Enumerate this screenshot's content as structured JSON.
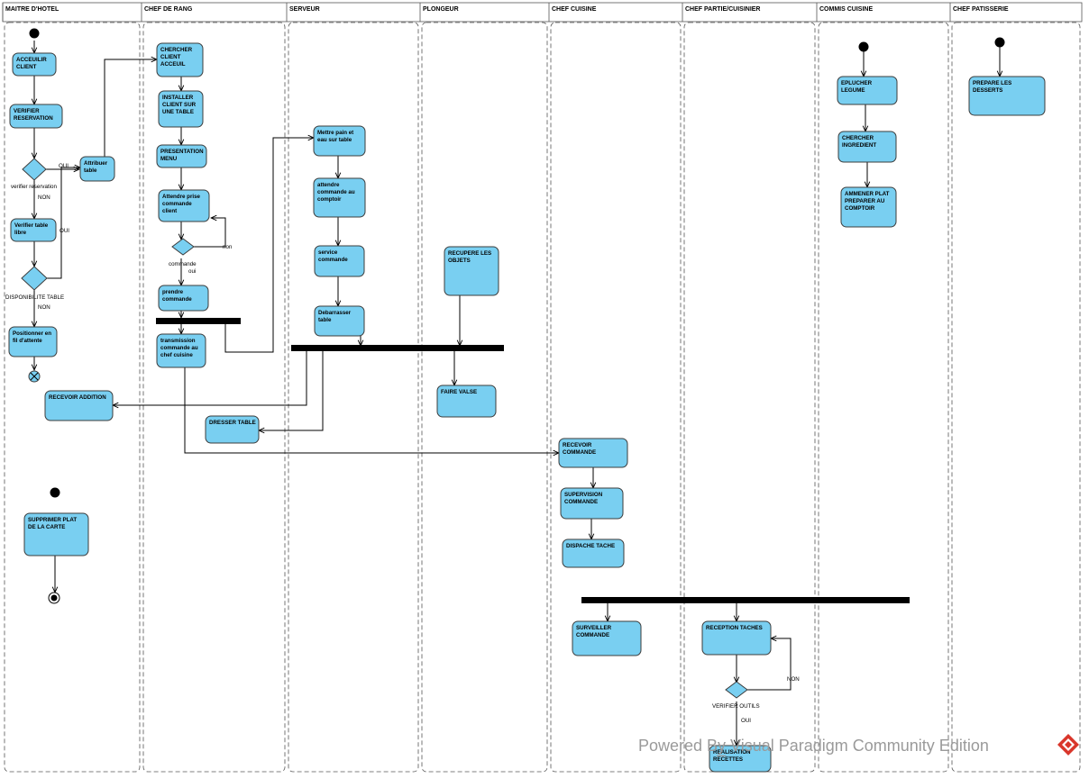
{
  "lanes": [
    "MAITRE D'HOTEL",
    "CHEF DE RANG",
    "SERVEUR",
    "PLONGEUR",
    "CHEF CUISINE",
    "CHEF PARTIE/CUISINIER",
    "COMMIS CUISINE",
    "CHEF PATISSERIE"
  ],
  "actions": {
    "accueil_client": [
      "ACCEUILIR",
      "CLIENT"
    ],
    "verifier_reservation": [
      "VERIFIER",
      "RESERVATION"
    ],
    "attribuer_table": [
      "Attribuer",
      "table"
    ],
    "verifier_table_libre": [
      "Verifier table",
      "libre"
    ],
    "positionner_fil": [
      "Positionner en",
      "fil d'attente"
    ],
    "recevoir_addition": [
      "RECEVOIR ADDITION"
    ],
    "supprimer_plat": [
      "SUPPRIMER PLAT",
      "DE LA CARTE"
    ],
    "chercher_client": [
      "CHERCHER",
      "CLIENT",
      "ACCEUIL"
    ],
    "installer_client": [
      "INSTALLER",
      "CLIENT SUR",
      "UNE TABLE"
    ],
    "presentation_menu": [
      "PRESENTATION",
      "MENU"
    ],
    "attendre_prise": [
      "Attendre prise",
      "commande",
      "client"
    ],
    "prendre_commande": [
      "prendre",
      "commande"
    ],
    "transmission": [
      "transmission",
      "commande au",
      "chef cuisine"
    ],
    "dresser_table": [
      "DRESSER TABLE"
    ],
    "mettre_pain": [
      "Mettre pain et",
      "eau sur table"
    ],
    "attendre_comptoir": [
      "attendre",
      "commande au",
      "comptoir"
    ],
    "service_commande": [
      "service",
      "commande"
    ],
    "debarrasser": [
      "Debarrasser",
      "table"
    ],
    "recupere_objets": [
      "RECUPERE LES",
      "OBJETS"
    ],
    "faire_valse": [
      "FAIRE VALSE"
    ],
    "recevoir_commande": [
      "RECEVOIR",
      "COMMANDE"
    ],
    "supervision": [
      "SUPERVISION",
      "COMMANDE"
    ],
    "dispache": [
      "DISPACHE TACHE"
    ],
    "surveiller": [
      "SURVEILLER",
      "COMMANDE"
    ],
    "reception_taches": [
      "RECEPTION TACHES"
    ],
    "realisation": [
      "REALISATION",
      "RECETTES"
    ],
    "eplucher": [
      "EPLUCHER",
      "LEGUME"
    ],
    "chercher_ingredient": [
      "CHERCHER",
      "INGREDIENT"
    ],
    "ammener_plat": [
      "AMMENER PLAT",
      "PREPARER AU",
      "COMPTOIR"
    ],
    "prepare_desserts": [
      "PREPARE LES",
      "DESSERTS"
    ]
  },
  "labels": {
    "oui_reservation": "OUI",
    "verifier_reservation": "verifier reservation",
    "non_reservation": "NON",
    "oui_disponibilite": "OUI",
    "disponibilite_table": "DISPONIBILITE TABLE",
    "non_disponibilite": "NON",
    "non_commande": "non",
    "commande": "commande",
    "oui_commande": "oui",
    "non_outils": "NON",
    "verifier_outils": "VERIFIER OUTILS",
    "oui_outils": "OUI"
  },
  "watermark": "Powered By̲ Visual Paradigm Community Edition",
  "colors": {
    "node_fill": "#79cff1",
    "node_stroke": "#3c3c3c",
    "lane_border": "#555555",
    "watermark": "#9a9a9a",
    "logo": "#d9362b"
  }
}
